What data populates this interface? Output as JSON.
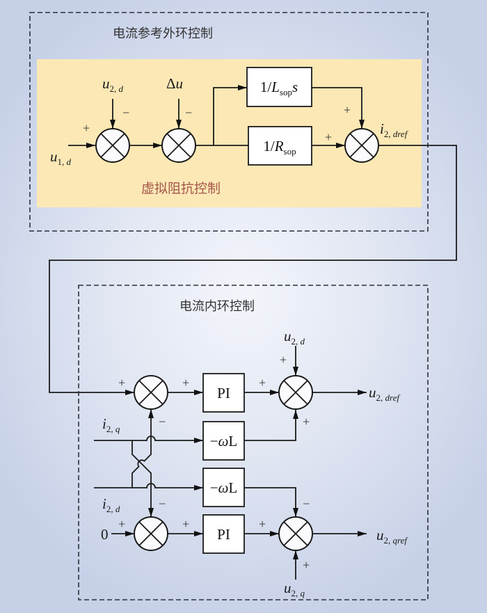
{
  "colors": {
    "virtual_impedance_panel": "#fbe8b5",
    "virtual_impedance_text": "#a5564a",
    "transfer_function_text": "#8c2b3f"
  },
  "outer_loop": {
    "title": "电流参考外环控制",
    "virtual_impedance": {
      "title": "虚拟阻抗控制"
    },
    "inputs": {
      "u1d": {
        "main": "u",
        "index": "1, ",
        "axis": "d"
      },
      "u2d": {
        "main": "u",
        "index": "2, ",
        "axis": "d"
      },
      "delta_u": {
        "prefix": "Δ",
        "main": "u"
      }
    },
    "blocks": {
      "inductance": {
        "prefix": "1/",
        "var": "L",
        "sub": "sop",
        "suffix": "s"
      },
      "resistance": {
        "prefix": "1/",
        "var": "R",
        "sub": "sop"
      }
    },
    "output": {
      "main": "i",
      "index": "2, ",
      "axis": "dref"
    },
    "signs": {
      "sum1_left": "+",
      "sum1_top": "−",
      "sum2_top": "−",
      "sum3_top": "+",
      "sum3_left": "+"
    }
  },
  "inner_loop": {
    "title": "电流内环控制",
    "inputs": {
      "i2q": {
        "main": "i",
        "index": "2, ",
        "axis": "q"
      },
      "i2d": {
        "main": "i",
        "index": "2, ",
        "axis": "d"
      },
      "zero": "0",
      "u2d": {
        "main": "u",
        "index": "2, ",
        "axis": "d"
      },
      "u2q": {
        "main": "u",
        "index": "2, ",
        "axis": "q"
      }
    },
    "blocks": {
      "pi_d": "PI",
      "pi_q": "PI",
      "decouple_q": {
        "neg": "−",
        "omega": "ω",
        "L": "L"
      },
      "decouple_d": {
        "neg": "−",
        "omega": "ω",
        "L": "L"
      }
    },
    "outputs": {
      "u2dref": {
        "main": "u",
        "index": "2, ",
        "axis": "dref"
      },
      "u2qref": {
        "main": "u",
        "index": "2, ",
        "axis": "qref"
      }
    },
    "signs": {
      "sumA_left": "+",
      "sumA_bottom": "−",
      "pi_d_in": "+",
      "sumB_left": "+",
      "sumB_top": "+",
      "sumB_bottom": "+",
      "sumC_left": "+",
      "sumC_top": "−",
      "pi_q_in": "+",
      "sumD_left": "+",
      "sumD_top": "−",
      "sumD_bottom": "+"
    }
  }
}
